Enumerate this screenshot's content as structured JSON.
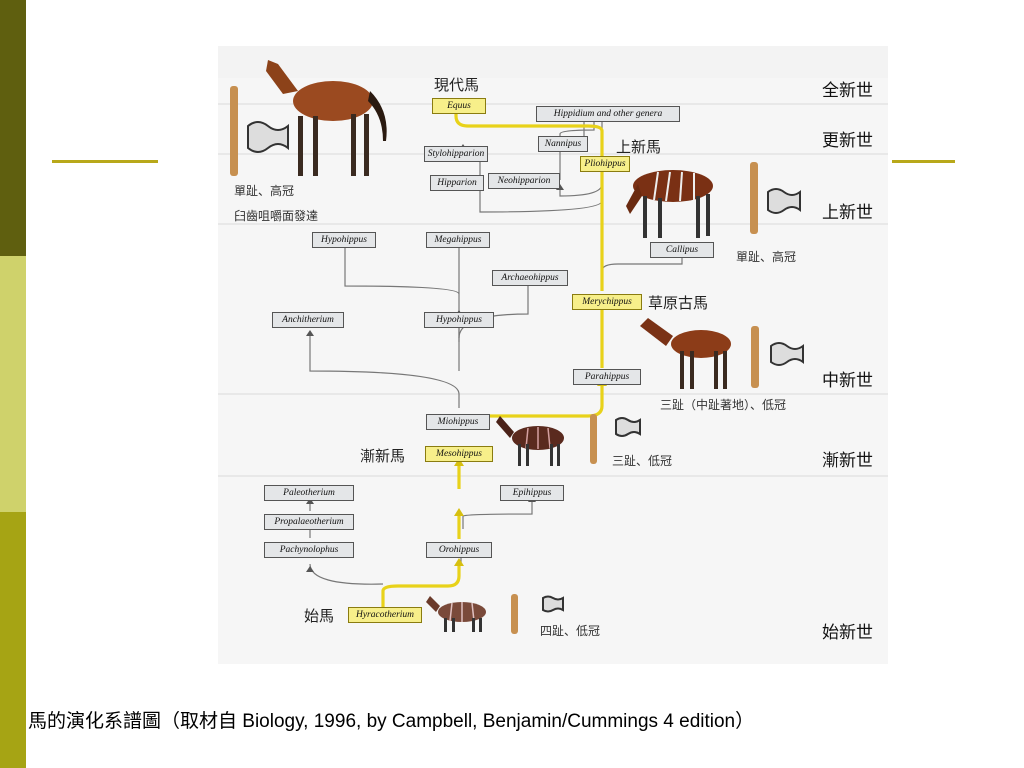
{
  "epochs": {
    "holocene": "全新世",
    "pleistocene": "更新世",
    "pliocene": "上新世",
    "miocene": "中新世",
    "oligocene": "漸新世",
    "eocene": "始新世"
  },
  "group_labels": {
    "modern_horse": "現代馬",
    "pliocene_horse": "上新馬",
    "grassland_horse": "草原古馬",
    "oligocene_horse": "漸新馬",
    "eocene_horse": "始馬"
  },
  "trait_labels": {
    "equus_toe": "單趾、高冠",
    "equus_teeth": "臼齒咀嚼面發達",
    "pliohippus": "單趾、高冠",
    "merychippus": "三趾（中趾著地）、低冠",
    "mesohippus": "三趾、低冠",
    "hyracotherium": "四趾、低冠"
  },
  "genera": {
    "equus": "Equus",
    "hippidium": "Hippidium and other genera",
    "nannipus": "Nannipus",
    "stylohipparion": "Stylohipparion",
    "pliohippus": "Pliohippus",
    "hipparion": "Hipparion",
    "neohipparion": "Neohipparion",
    "callipus": "Callipus",
    "hypohippus_top": "Hypohippus",
    "megahippus": "Megahippus",
    "archaeohippus": "Archaeohippus",
    "merychippus": "Merychippus",
    "anchitherium": "Anchitherium",
    "hypohippus": "Hypohippus",
    "parahippus": "Parahippus",
    "miohippus": "Miohippus",
    "mesohippus": "Mesohippus",
    "paleotherium": "Paleotherium",
    "propalaeotherium": "Propalaeotherium",
    "pachynolophus": "Pachynolophus",
    "epihippus": "Epihippus",
    "orohippus": "Orohippus",
    "hyracotherium": "Hyracotherium"
  },
  "caption": "馬的演化系譜圖（取材自 Biology, 1996, by Campbell, Benjamin/Cummings 4 edition）",
  "colors": {
    "main_lineage": "#e8d21a",
    "branch": "#777777",
    "bar_top": "#5f5f0f",
    "bar_mid": "#cfd26b",
    "bar_bottom": "#a6a414",
    "rule": "#b8a81a"
  }
}
